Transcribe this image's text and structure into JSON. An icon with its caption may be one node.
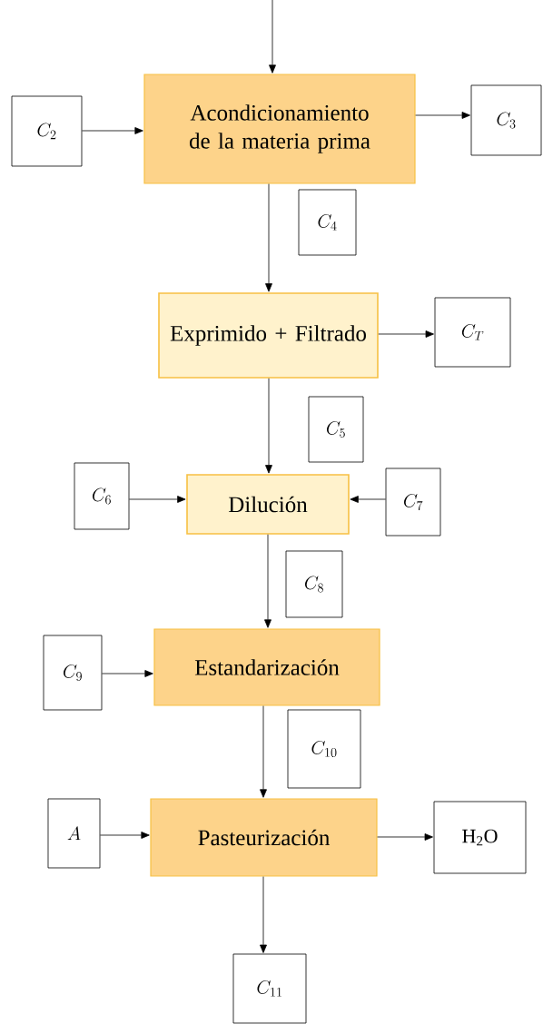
{
  "diagram": {
    "nodes": [
      {
        "text": [
          "Acondicionamiento de la materia prima"
        ]
      },
      {
        "text": [
          "C_{2}"
        ]
      },
      {
        "text": [
          "C_{3}"
        ]
      },
      {
        "text": [
          "C_{4}"
        ]
      },
      {
        "text": [
          "Exprimido + Filtrado"
        ]
      },
      {
        "text": [
          "C_{T}"
        ]
      },
      {
        "text": [
          "C_{5}"
        ]
      },
      {
        "text": [
          "Dilución"
        ]
      },
      {
        "text": [
          "C_{6}"
        ]
      },
      {
        "text": [
          "C_{7}"
        ]
      },
      {
        "text": [
          "C_{8}"
        ]
      },
      {
        "text": [
          "Estandarización"
        ]
      },
      {
        "text": [
          "C_{9}"
        ]
      },
      {
        "text": [
          "C_{10}"
        ]
      },
      {
        "text": [
          "Pasteurización"
        ]
      },
      {
        "text": [
          "A"
        ]
      },
      {
        "text": [
          "H$_{2}$O"
        ]
      },
      {
        "text": [
          "C_{11}"
        ]
      }
    ],
    "edges": [
      {
        "from": null,
        "to": 0,
        "arrow": "to"
      },
      {
        "from": 1,
        "to": 0,
        "arrow": "to"
      },
      {
        "from": 0,
        "to": 2,
        "arrow": "to"
      },
      {
        "from": 0,
        "to": 4,
        "arrow": "to"
      },
      {
        "from": 4,
        "to": 5,
        "arrow": "to"
      },
      {
        "from": 4,
        "to": 7,
        "arrow": "to"
      },
      {
        "from": 8,
        "to": 7,
        "arrow": "to"
      },
      {
        "from": 9,
        "to": 7,
        "arrow": "to"
      },
      {
        "from": 7,
        "to": 11,
        "arrow": "to"
      },
      {
        "from": 12,
        "to": 11,
        "arrow": "to"
      },
      {
        "from": 11,
        "to": 14,
        "arrow": "to"
      },
      {
        "from": 15,
        "to": 14,
        "arrow": "to"
      },
      {
        "from": 14,
        "to": 16,
        "arrow": "to"
      },
      {
        "from": 14,
        "to": 17,
        "arrow": "to"
      }
    ]
  }
}
